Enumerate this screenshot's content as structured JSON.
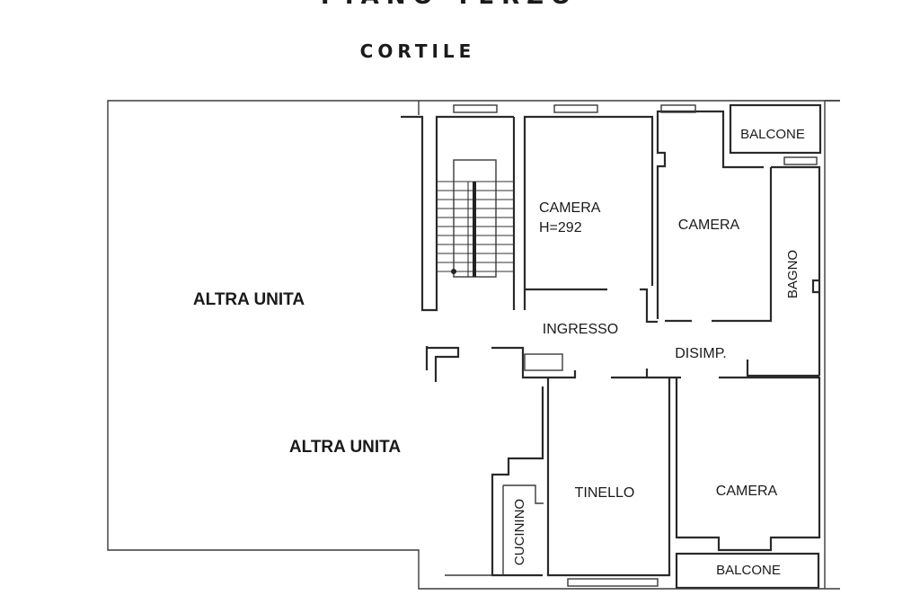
{
  "header": {
    "cut_title": "PIANO TERZO",
    "courtyard": "CORTILE"
  },
  "rooms": {
    "altra_unita_top": "ALTRA UNITA",
    "altra_unita_bottom": "ALTRA UNITA",
    "camera_1": "CAMERA",
    "camera_1_height": "H=292",
    "camera_2": "CAMERA",
    "camera_3": "CAMERA",
    "balcone_top": "BALCONE",
    "balcone_bottom": "BALCONE",
    "bagno": "BAGNO",
    "ingresso": "INGRESSO",
    "disimpegno": "DISIMP.",
    "tinello": "TINELLO",
    "cucinino": "CUCININO"
  },
  "colors": {
    "wall": "#2a2a2a",
    "background": "#ffffff"
  }
}
